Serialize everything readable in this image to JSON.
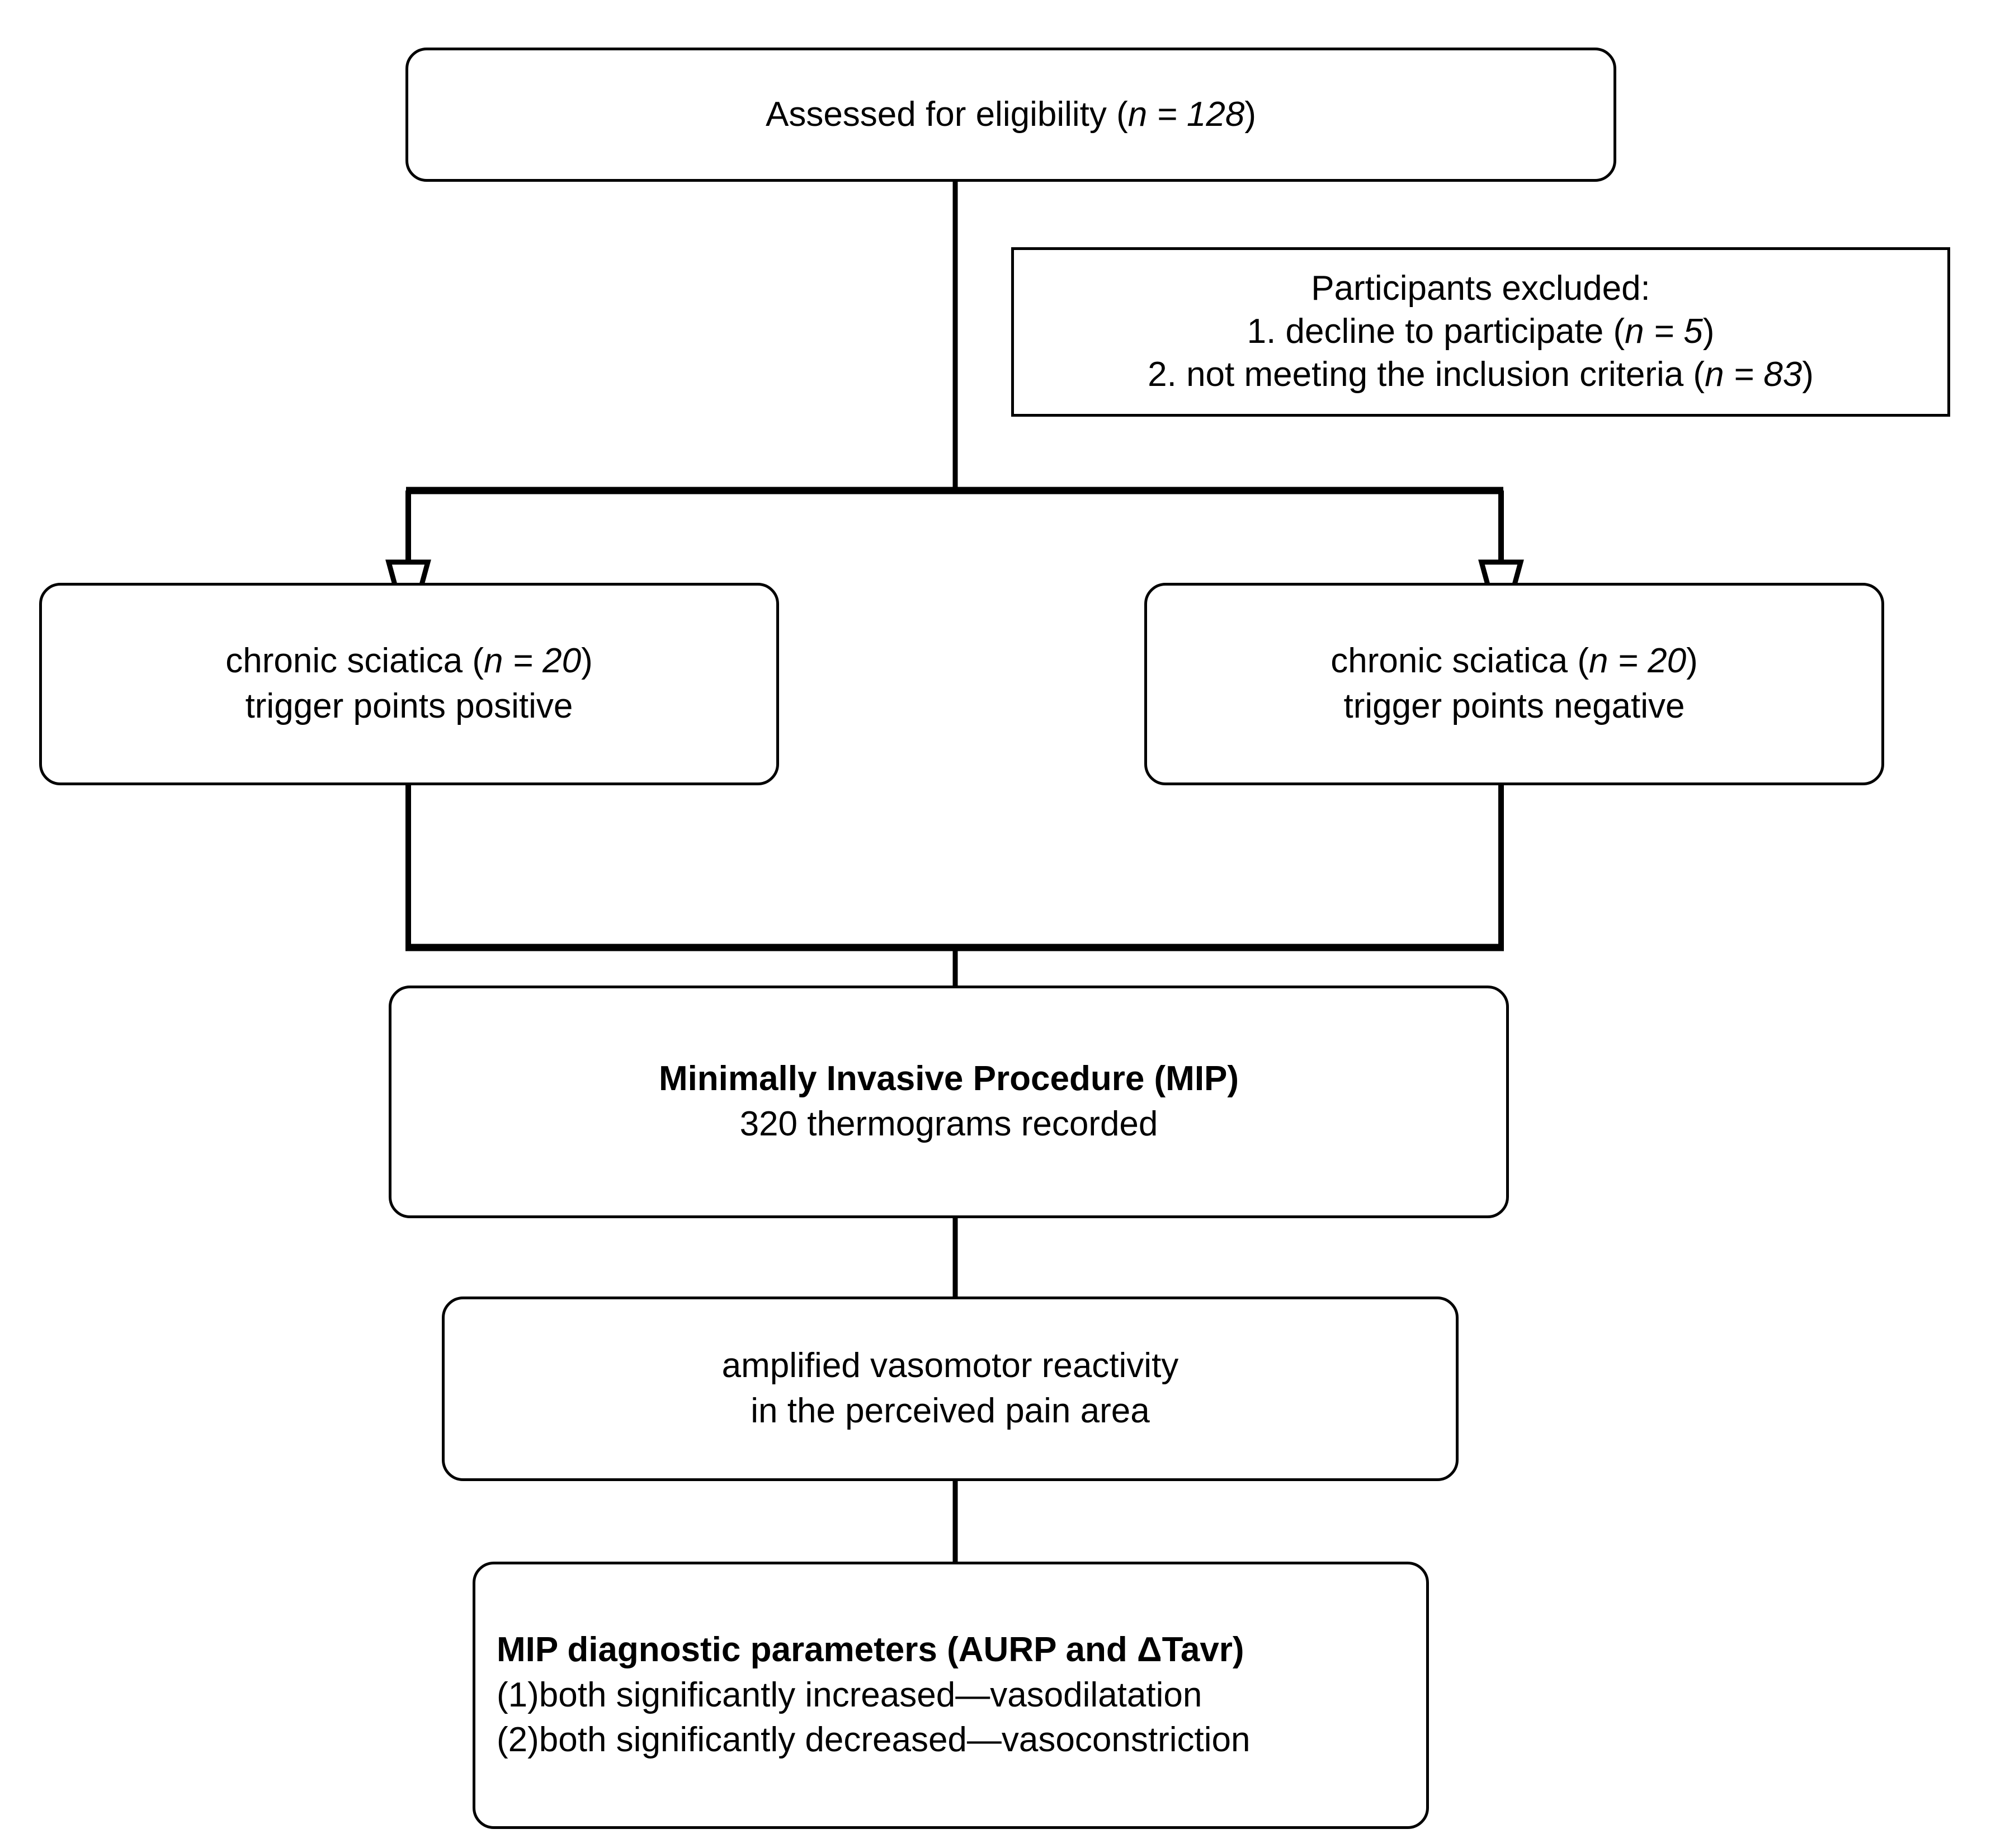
{
  "diagram": {
    "type": "flowchart",
    "title": "CONSORT-style participant flow diagram",
    "colors": {
      "stroke": "#000000",
      "fill": "#ffffff",
      "text": "#000000"
    },
    "nodes": {
      "eligibility": {
        "shape": "rounded-rectangle",
        "lines": [
          {
            "text": "Assessed for eligibility (",
            "italic_part": "n = 128",
            "suffix": ")"
          }
        ],
        "text_plain": "Assessed for eligibility (n = 128)",
        "pre": "Assessed for eligibility (",
        "ital": "n = 128",
        "post": ")"
      },
      "excluded": {
        "shape": "rectangle",
        "heading": "Participants excluded:",
        "item1_pre": "1. decline to participate (",
        "item1_ital": "n = 5",
        "item1_post": ")",
        "item2_pre": "2. not meeting the inclusion criteria (",
        "item2_ital": "n = 83",
        "item2_post": ")"
      },
      "group_left": {
        "shape": "rounded-rectangle",
        "line1_pre": "chronic sciatica (",
        "line1_ital": "n = 20",
        "line1_post": ")",
        "line2": "trigger points positive"
      },
      "group_right": {
        "shape": "rounded-rectangle",
        "line1_pre": "chronic sciatica (",
        "line1_ital": "n = 20",
        "line1_post": ")",
        "line2": "trigger points negative"
      },
      "mip": {
        "shape": "rounded-rectangle",
        "line1": "Minimally Invasive Procedure (MIP)",
        "line2": "320 thermograms recorded"
      },
      "reactivity": {
        "shape": "rounded-rectangle",
        "line1": "amplified vasomotor reactivity",
        "line2": "in the perceived pain area"
      },
      "parameters": {
        "shape": "rounded-rectangle",
        "line1": "MIP diagnostic parameters (AURP and ΔTavr)",
        "line2": "(1)both significantly increased—vasodilatation",
        "line3": "(2)both significantly decreased—vasoconstriction"
      }
    },
    "connectors": [
      {
        "name": "eligibility-to-split",
        "from": "eligibility",
        "to": "split-junction",
        "arrowhead": "none"
      },
      {
        "name": "split-to-group-left",
        "from": "split-junction",
        "to": "group_left",
        "arrowhead": "open-triangle"
      },
      {
        "name": "split-to-group-right",
        "from": "split-junction",
        "to": "group_right",
        "arrowhead": "open-triangle"
      },
      {
        "name": "groups-to-mip",
        "from": "merge-junction",
        "to": "mip",
        "arrowhead": "none"
      },
      {
        "name": "mip-to-reactivity",
        "from": "mip",
        "to": "reactivity",
        "arrowhead": "none"
      },
      {
        "name": "reactivity-to-parameters",
        "from": "reactivity",
        "to": "parameters",
        "arrowhead": "none"
      }
    ]
  }
}
